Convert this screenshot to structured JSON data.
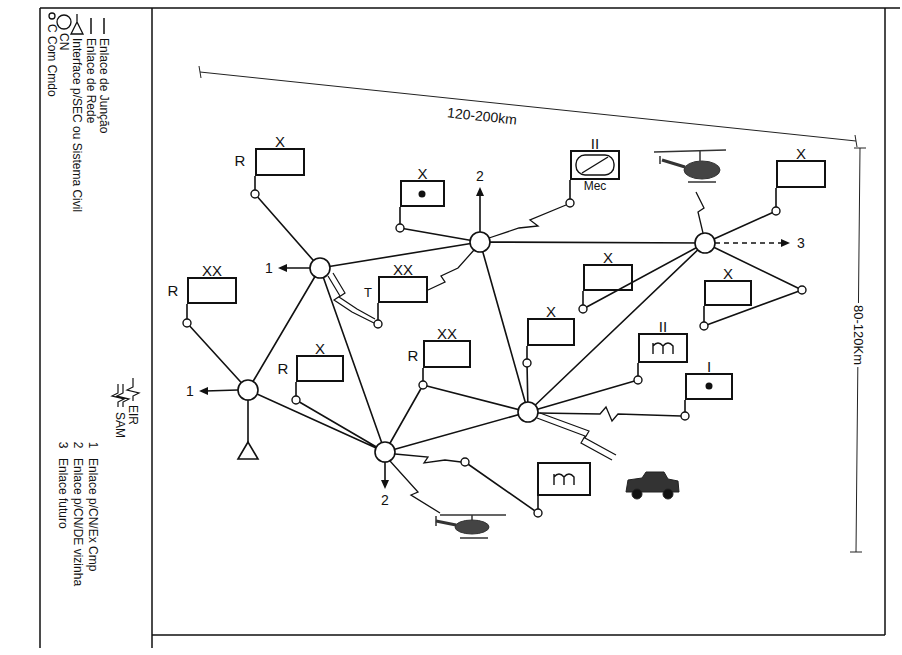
{
  "diagram": {
    "nodes": [
      {
        "text": [
          "X"
        ]
      },
      {
        "text": [
          "II",
          "Mec"
        ]
      },
      {
        "text": [
          "X"
        ]
      },
      {
        "text": [
          "X"
        ]
      },
      {
        "text": [
          "X"
        ]
      },
      {
        "text": [
          "XX"
        ]
      },
      {
        "text": [
          "X"
        ]
      },
      {
        "text": [
          "XX"
        ]
      },
      {
        "text": [
          "X"
        ]
      },
      {
        "text": [
          "II"
        ]
      },
      {
        "text": [
          "XX"
        ]
      },
      {
        "text": [
          "X"
        ]
      },
      {
        "text": [
          "I"
        ]
      }
    ],
    "labels": [
      "120-200km",
      "80-120Km",
      "R",
      "R",
      "R",
      "R",
      "T",
      "1",
      "1",
      "2",
      "2",
      "3",
      "1",
      "2",
      "3"
    ],
    "legend": [
      {
        "text": "C Com Cmdo"
      },
      {
        "text": "CN"
      },
      {
        "text": "Interface p/SEC ou Sistema Civil"
      },
      {
        "text": "Enlace de Rede"
      },
      {
        "text": "Enlace de Junção"
      },
      {
        "text": "EIR"
      },
      {
        "text": "SAM"
      },
      {
        "text": "Enlace p/CN/Ex Cmp"
      },
      {
        "text": "Enlace p/CN/DE vizinha"
      },
      {
        "text": "Enlace futuro"
      }
    ]
  }
}
